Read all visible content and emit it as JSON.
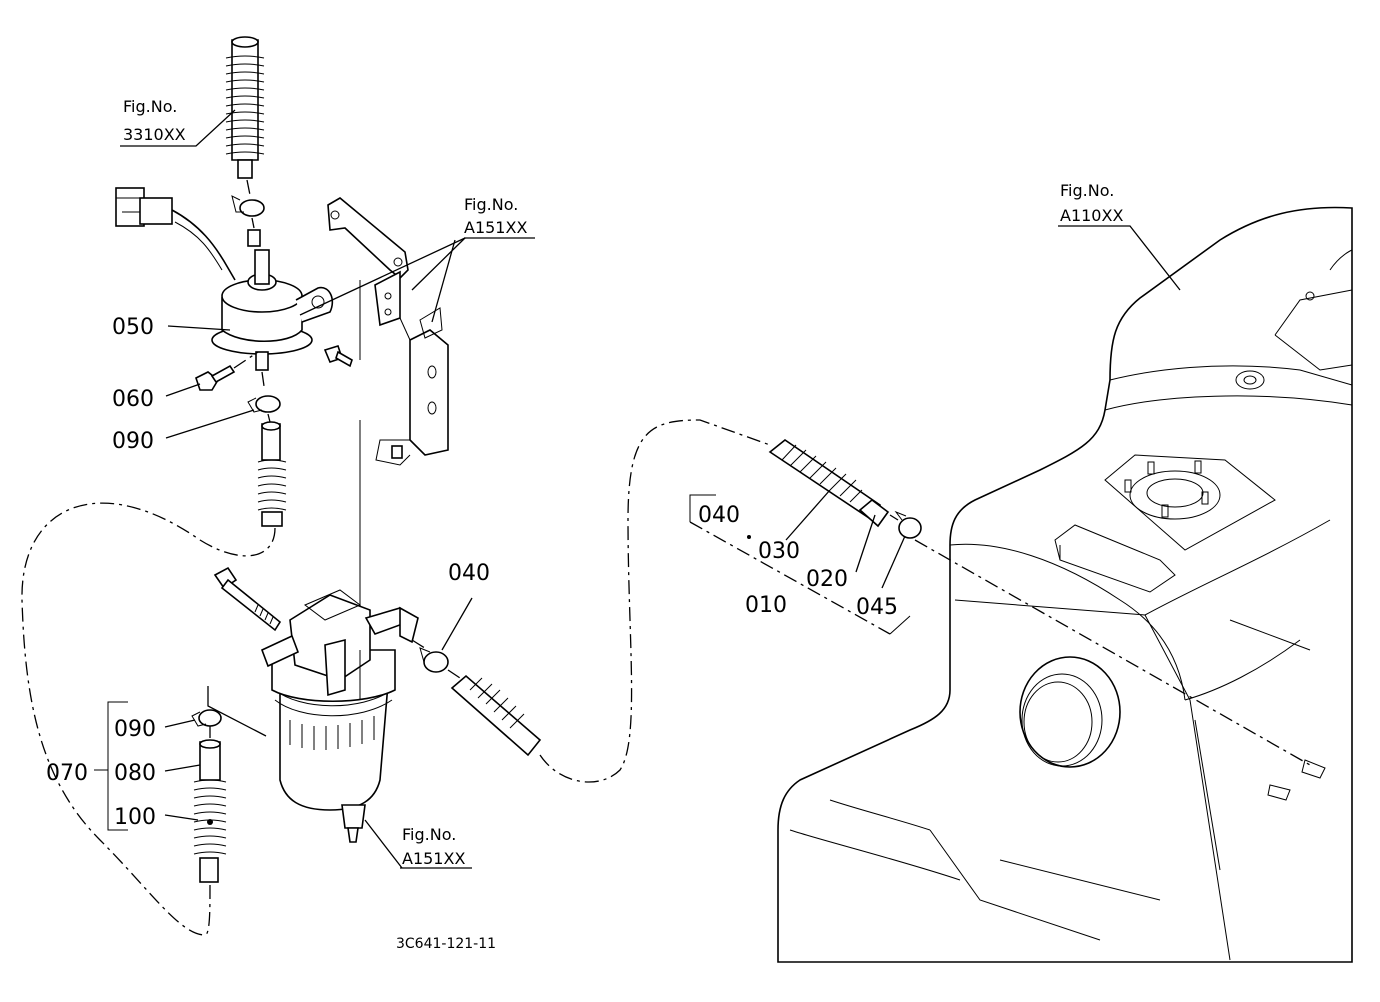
{
  "figure_refs": {
    "f3310": {
      "line1": "Fig.No.",
      "line2": "3310XX"
    },
    "f151_top": {
      "line1": "Fig.No.",
      "line2": "A151XX"
    },
    "f151_bottom": {
      "line1": "Fig.No.",
      "line2": "A151XX"
    },
    "f110": {
      "line1": "Fig.No.",
      "line2": "A110XX"
    }
  },
  "parts": {
    "p050": "050",
    "p060": "060",
    "p090_top": "090",
    "p040_filter": "040",
    "p040_group": "040",
    "p030": "030",
    "p020": "020",
    "p010": "010",
    "p045": "045",
    "p070": "070",
    "p090_group": "090",
    "p080": "080",
    "p100": "100"
  },
  "drawing_code": "3C641-121-11"
}
